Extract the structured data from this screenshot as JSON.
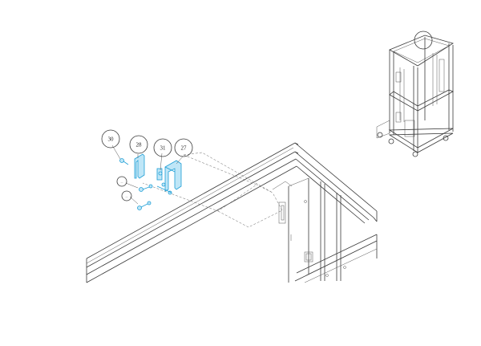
{
  "callouts": {
    "c30": "30",
    "c28": "28",
    "c31": "31",
    "c27": "27",
    "s1": "...",
    "s2": "..."
  },
  "colors": {
    "highlight": "#1f9fd6",
    "highlight_fill": "#bfe6f7",
    "line": "#3a3a3a"
  }
}
